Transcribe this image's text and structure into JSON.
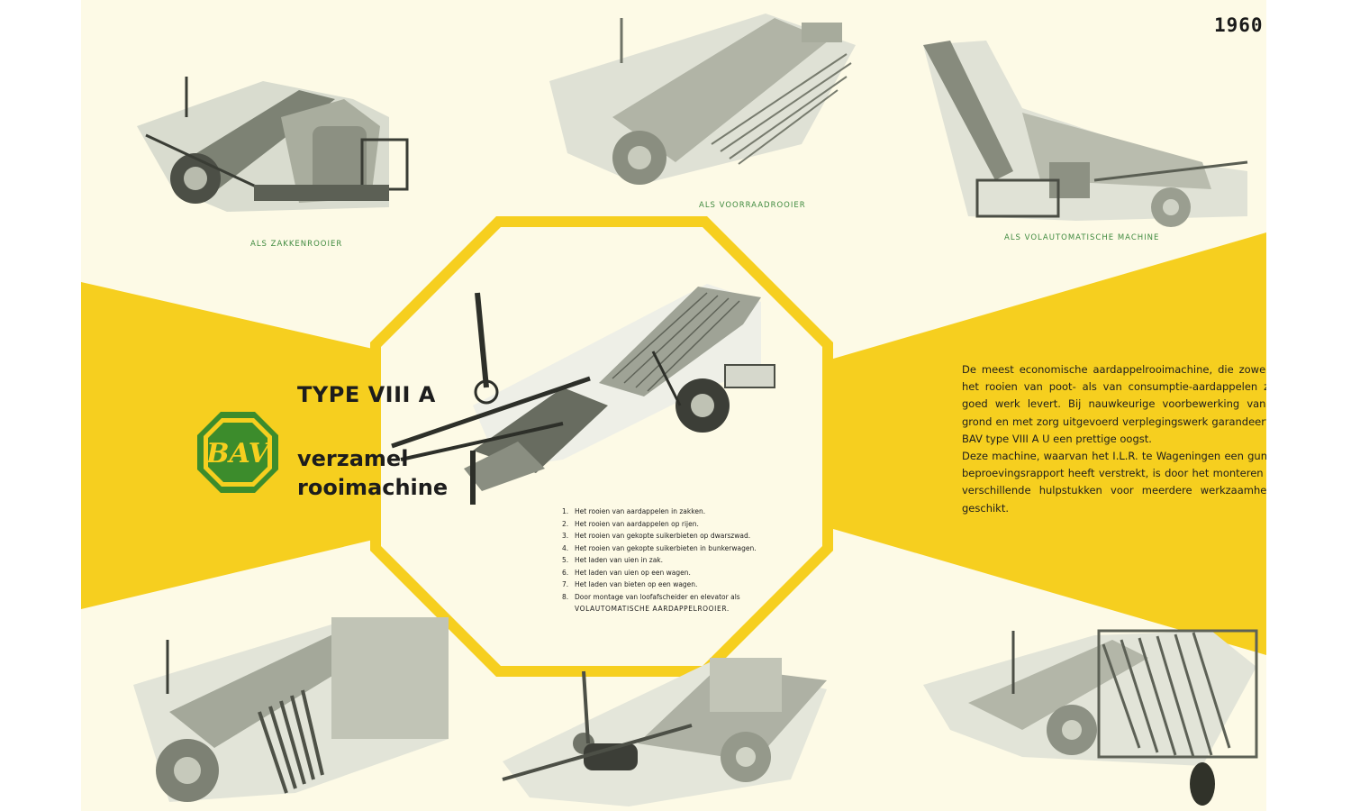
{
  "year": "1960",
  "captions": {
    "top_left": "ALS ZAKKENROOIER",
    "top_center": "ALS VOORRAADROOIER",
    "top_right": "ALS VOLAUTOMATISCHE MACHINE"
  },
  "logo_text": "BAV",
  "title": "TYPE VIII A",
  "subtitle_line1": "verzamel",
  "subtitle_line2": "rooimachine",
  "description": {
    "paragraph1": "De meest economische aardappelrooimachine, die zowel bij het rooien van poot- als van consumptie-aardappelen zeer goed werk levert. Bij nauwkeurige voorbewerking van de grond en met zorg uitgevoerd verplegingswerk garandeert de BAV type VIII A U een prettige oogst.",
    "paragraph2": "Deze machine, waarvan het I.L.R. te Wageningen een gunstig beproevingsrapport heeft verstrekt, is door het monteren van verschillende hulpstukken voor meerdere werkzaamheden geschikt."
  },
  "uses": [
    {
      "num": "1.",
      "text": "Het rooien van aardappelen in zakken."
    },
    {
      "num": "2.",
      "text": "Het rooien van aardappelen op rijen."
    },
    {
      "num": "3.",
      "text": "Het rooien van gekopte suikerbieten op dwarszwad."
    },
    {
      "num": "4.",
      "text": "Het rooien van gekopte suikerbieten in bunkerwagen."
    },
    {
      "num": "5.",
      "text": "Het laden van uien in zak."
    },
    {
      "num": "6.",
      "text": "Het laden van uien op een wagen."
    },
    {
      "num": "7.",
      "text": "Het laden van bieten op een wagen."
    },
    {
      "num": "8.",
      "text": "Door montage van loofafscheider en elevator als",
      "text2": "VOLAUTOMATISCHE AARDAPPELROOIER."
    }
  ],
  "colors": {
    "yellow": "#f6cf1f",
    "page": "#fdfae6",
    "logo_green": "#3c8c2c",
    "caption_green": "#3f8a3f"
  }
}
